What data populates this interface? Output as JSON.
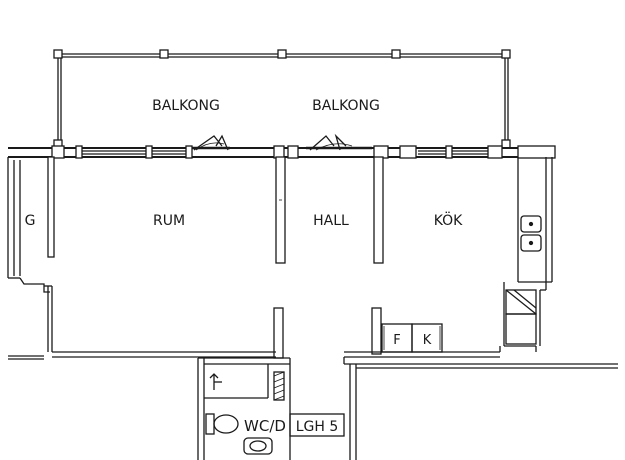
{
  "rooms": {
    "balkong_left": "BALKONG",
    "balkong_right": "BALKONG",
    "g": "G",
    "rum": "RUM",
    "hall": "HALL",
    "kok": "KÖK",
    "f": "F",
    "k": "K",
    "wcd": "WC/D",
    "lgh": "LGH 5"
  },
  "colors": {
    "ink": "#1a1a1a",
    "paper": "#ffffff"
  }
}
